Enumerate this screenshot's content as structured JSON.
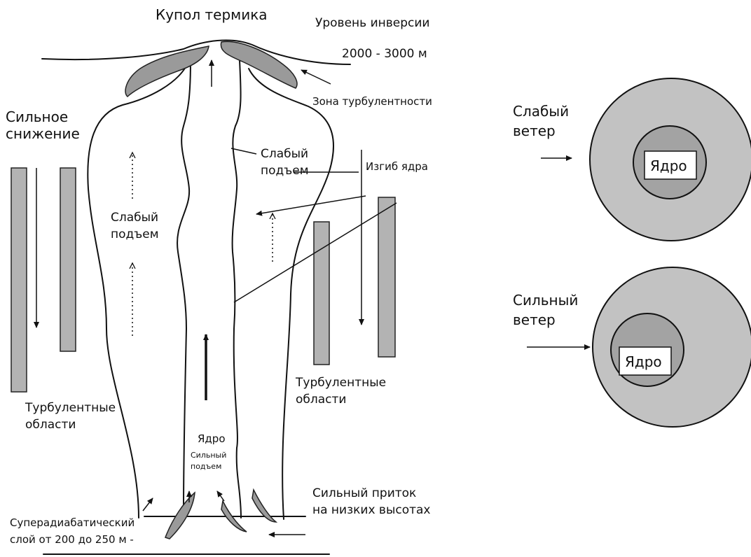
{
  "labels": {
    "dome": "Купол термика",
    "inversion_level": "Уровень инверсии",
    "inversion_height": "2000 - 3000 м",
    "turbulence_zone": "Зона турбулентности",
    "strong_sink_line1": "Сильное",
    "strong_sink_line2": "снижение",
    "weak_lift_center_line1": "Слабый",
    "weak_lift_center_line2": "подъем",
    "weak_lift_left_line1": "Слабый",
    "weak_lift_left_line2": "подъем",
    "core_bend": "Изгиб ядра",
    "turbulent_left_line1": "Турбулентные",
    "turbulent_left_line2": "области",
    "turbulent_right_line1": "Турбулентные",
    "turbulent_right_line2": "области",
    "core": "Ядро",
    "strong_lift_line1": "Сильный",
    "strong_lift_line2": "подъем",
    "strong_inflow_line1": "Сильный приток",
    "strong_inflow_line2": "на низких высотах",
    "superadiabatic_line1": "Суперадиабатический",
    "superadiabatic_line2": "слой от 200 до 250 м -"
  },
  "wind_panels": [
    {
      "wind_line1": "Слабый",
      "wind_line2": "ветер",
      "core_label": "Ядро"
    },
    {
      "wind_line1": "Сильный",
      "wind_line2": "ветер",
      "core_label": "Ядро"
    }
  ]
}
